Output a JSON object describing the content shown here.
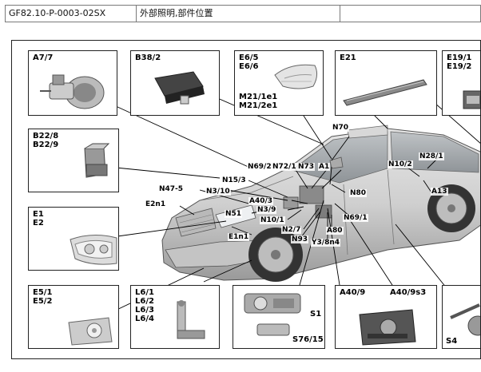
{
  "header": {
    "doc_id": "GF82.10-P-0003-02SX",
    "title": "外部照明,部件位置",
    "extra": ""
  },
  "boxes": {
    "a77": "A7/7",
    "b382": "B38/2",
    "e65": "E6/5\nE6/6",
    "m21": "M21/1e1\nM21/2e1",
    "e21": "E21",
    "e191": "E19/1\nE19/2",
    "b228": "B22/8\nB22/9",
    "e1": "E1\nE2",
    "e51": "E5/1\nE5/2",
    "l61": "L6/1\nL6/2\nL6/3\nL6/4",
    "s1": "S1",
    "s7615": "S76/15",
    "a409": "A40/9",
    "a409s3": "A40/9s3",
    "s4": "S4"
  },
  "callouts": {
    "n70": "N70",
    "n692": "N69/2",
    "n721": "N72/1",
    "n73": "N73",
    "a1": "A1",
    "n153": "N15/3",
    "n310": "N3/10",
    "n475": "N47-5",
    "a403": "A40/3",
    "n39": "N3/9",
    "n101": "N10/1",
    "e2n1": "E2n1",
    "n51": "N51",
    "e1n1": "E1n1",
    "n27": "N2/7",
    "n93": "N93",
    "y38n4": "Y3/8n4",
    "a80": "A80",
    "n691": "N69/1",
    "n80": "N80",
    "n102": "N10/2",
    "n281": "N28/1",
    "a13": "A13"
  }
}
